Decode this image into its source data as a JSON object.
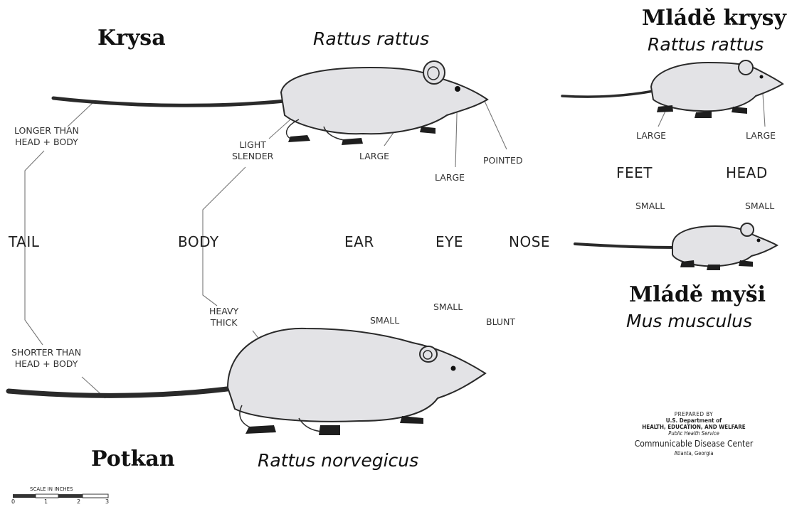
{
  "species": {
    "roof_rat": {
      "czech_name": "Krysa",
      "latin_name": "Rattus rattus"
    },
    "norway_rat": {
      "czech_name": "Potkan",
      "latin_name": "Rattus norvegicus"
    },
    "young_rat": {
      "czech_name": "Mládě krysy",
      "latin_name": "Rattus rattus"
    },
    "young_mouse": {
      "czech_name": "Mládě myši",
      "latin_name": "Mus musculus"
    }
  },
  "traits": {
    "tail": {
      "label": "TAIL",
      "top": "LONGER THAN\nHEAD + BODY",
      "bottom": "SHORTER THAN\nHEAD + BODY"
    },
    "body": {
      "label": "BODY",
      "top": "LIGHT\nSLENDER",
      "bottom": "HEAVY\nTHICK"
    },
    "ear": {
      "label": "EAR",
      "top": "LARGE",
      "bottom": "SMALL"
    },
    "eye": {
      "label": "EYE",
      "top": "LARGE",
      "bottom": "SMALL"
    },
    "nose": {
      "label": "NOSE",
      "top": "POINTED",
      "bottom": "BLUNT"
    },
    "feet": {
      "label": "FEET",
      "top": "LARGE",
      "bottom": "SMALL"
    },
    "head": {
      "label": "HEAD",
      "top": "LARGE",
      "bottom": "SMALL"
    }
  },
  "credit": {
    "line1": "PREPARED BY",
    "line2": "U.S. Department of",
    "line3": "HEALTH, EDUCATION, AND WELFARE",
    "line4": "Public Health Service",
    "line5": "Communicable Disease Center",
    "line6": "Atlanta, Georgia"
  },
  "scale": {
    "title": "SCALE IN INCHES",
    "ticks": [
      "0",
      "1",
      "2",
      "3"
    ]
  },
  "colors": {
    "fur": "#e3e3e6",
    "outline": "#2a2a2a",
    "connector": "#777777"
  }
}
